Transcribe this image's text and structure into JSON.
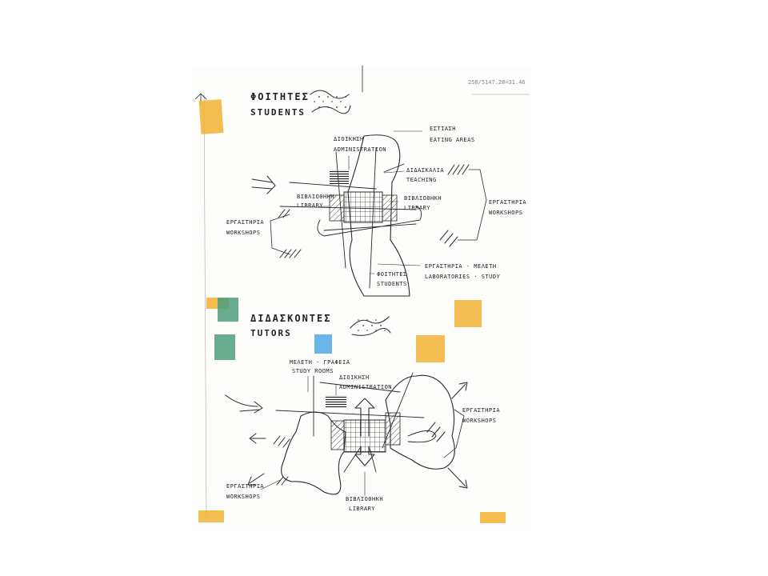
{
  "sheet": {
    "corner_note": "258/5147.28=31.46",
    "colors": {
      "ink": "#2a2a2a",
      "tape_yellow": "#f2b233",
      "tape_green": "#4f9c7b",
      "tape_blue": "#5aaee6"
    }
  },
  "students": {
    "title_gr": "ΦΟΙΤΗΤΕΣ",
    "title_en": "STUDENTS",
    "labels": {
      "dining_gr": "ΕΣΤΙΑΣΗ",
      "dining_en": "EATING AREAS",
      "admin_gr": "ΔΙΟΙΚΗΣΗ",
      "admin_en": "ADMINISTRATION",
      "teaching_gr": "ΔΙΔΑΣΚΑΛΙΑ",
      "teaching_en": "TEACHING",
      "library_left_gr": "ΒΙΒΛΙΟΘΗΚΗ",
      "library_left_en": "LIBRARY",
      "library_right_gr": "ΒΙΒΛΙΟΘΗΚΗ",
      "library_right_en": "LIBRARY",
      "workshops_right_gr": "ΕΡΓΑΣΤΗΡΙΑ",
      "workshops_right_en": "WORKSHOPS",
      "workshops_left_gr": "ΕΡΓΑΣΤΗΡΙΑ",
      "workshops_left_en": "WORKSHOPS",
      "lab_gr": "ΕΡΓΑΣΤΗΡΙΑ · ΜΕΛΕΤΗ",
      "lab_en": "LABORATORIES · STUDY",
      "students_gr": "ΦΟΙΤΗΤΕΣ",
      "students_en": "STUDENTS"
    }
  },
  "tutors": {
    "title_gr": "ΔΙΔΑΣΚΟΝΤΕΣ",
    "title_en": "TUTORS",
    "labels": {
      "study_gr": "ΜΕΛΕΤΗ · ΓΡΑΦΕΙΑ",
      "study_en": "STUDY ROOMS",
      "admin_gr": "ΔΙΟΙΚΗΣΗ",
      "admin_en": "ADMINISTRATION",
      "workshops_right_gr": "ΕΡΓΑΣΤΗΡΙΑ",
      "workshops_right_en": "WORKSHOPS",
      "workshops_left_gr": "ΕΡΓΑΣΤΗΡΙΑ",
      "workshops_left_en": "WORKSHOPS",
      "library_gr": "ΒΙΒΛΙΟΘΗΚΗ",
      "library_en": "LIBRARY"
    }
  }
}
